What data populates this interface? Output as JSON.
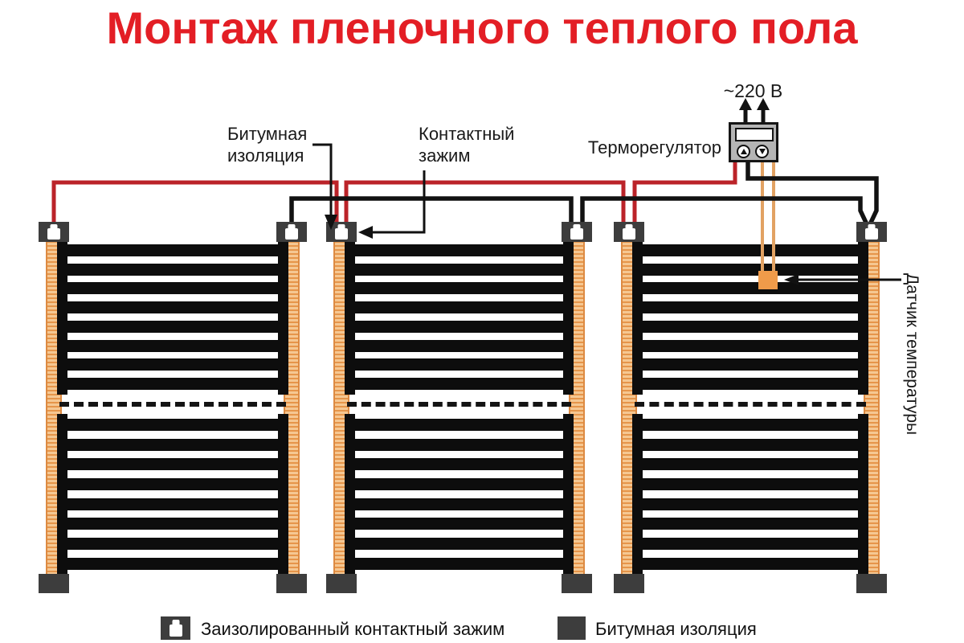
{
  "title": {
    "text": "Монтаж пленочного теплого пола",
    "color": "#e31e25"
  },
  "labels": {
    "bitumen_insulation": {
      "line1": "Битумная",
      "line2": "изоляция"
    },
    "contact_clamp": {
      "line1": "Контактный",
      "line2": "зажим"
    },
    "thermostat": "Терморегулятор",
    "voltage": "~220 В",
    "temp_sensor": "Датчик температуры"
  },
  "legend": {
    "insulated_clamp": "Заизолированный контактный зажим",
    "bitumen": "Битумная изоляция"
  },
  "diagram": {
    "panel_count": 3,
    "bars_per_panel": 16
  },
  "colors": {
    "title_red": "#e31e25",
    "wire_red": "#bb2329",
    "wire_black": "#121212",
    "sensor_wire": "#e2a263",
    "sensor_square": "#f09b4a",
    "rail_fill": "#f5c792",
    "rail_stripe": "#e6954a",
    "rail_border": "#dd8a42",
    "clamp_gray": "#3d3d3d",
    "thermostat_body": "#b5b5b5",
    "bar_black": "#0d0d0d"
  }
}
